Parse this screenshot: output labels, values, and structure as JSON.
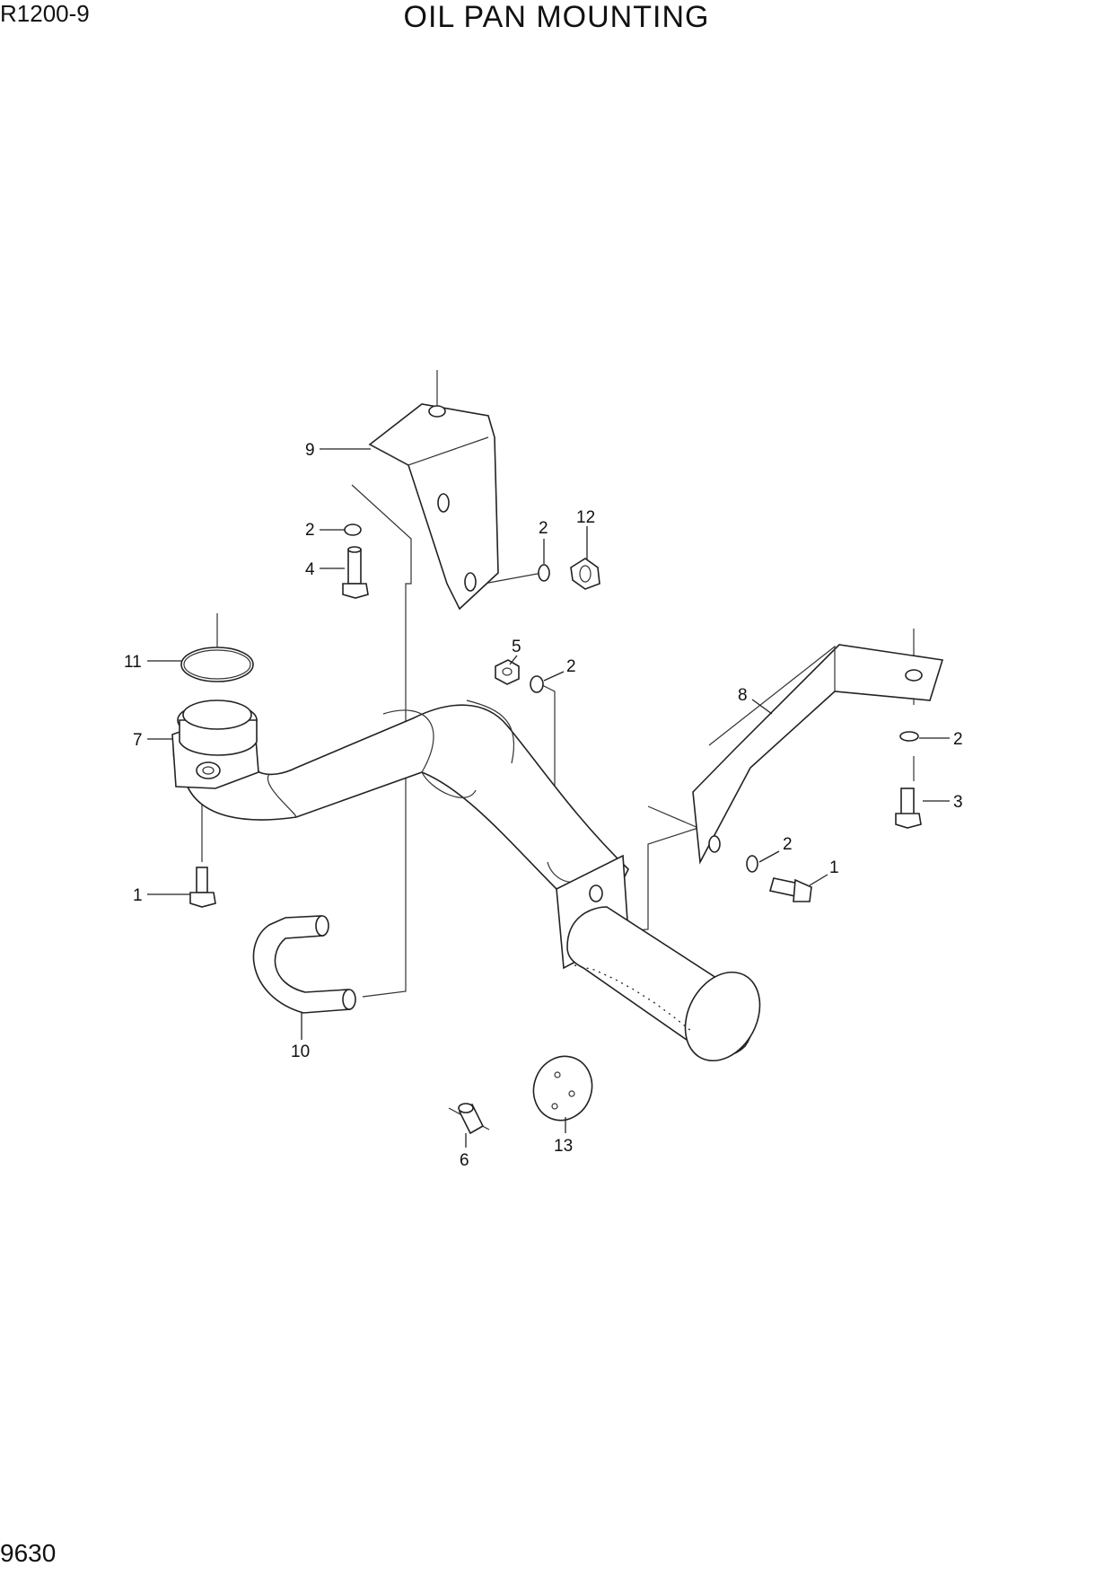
{
  "header": {
    "model": "R1200-9",
    "title": "OIL PAN MOUNTING"
  },
  "footer": {
    "page_number": "9630"
  },
  "callouts": [
    "9",
    "2",
    "4",
    "2",
    "12",
    "11",
    "7",
    "1",
    "5",
    "2",
    "8",
    "2",
    "3",
    "2",
    "1",
    "10",
    "6",
    "13"
  ]
}
